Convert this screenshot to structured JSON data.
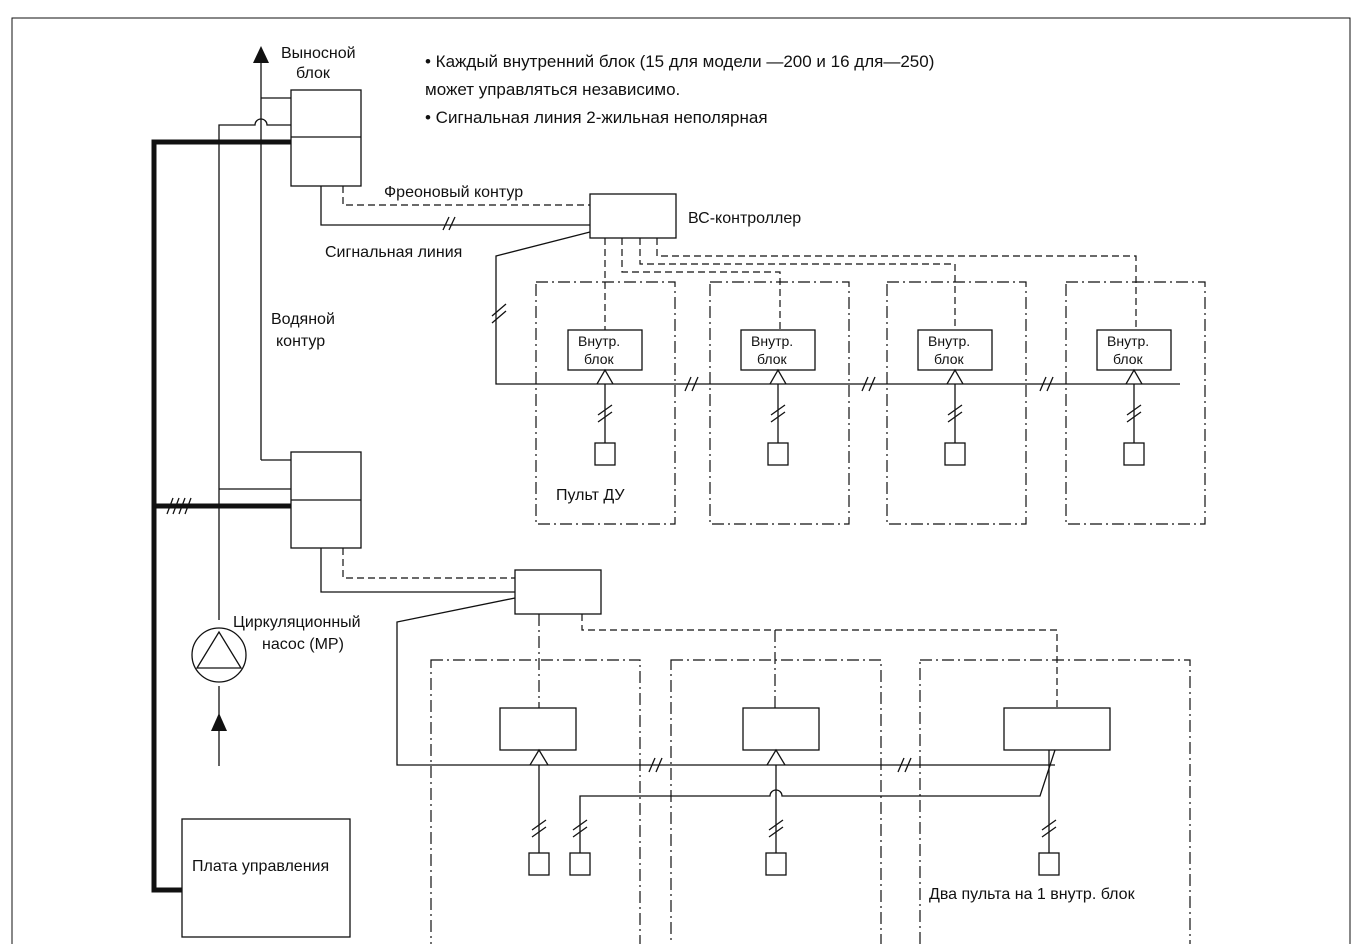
{
  "notes": [
    "• Каждый внутренний блок (15 для модели —200 и 16 для—250)",
    "может управляться независимо.",
    "• Сигнальная линия 2-жильная неполярная"
  ],
  "labels": {
    "outdoor_unit_line1": "Выносной",
    "outdoor_unit_line2": "блок",
    "freon_circuit": "Фреоновый контур",
    "bc_controller": "ВС-контроллер",
    "signal_line": "Сигнальная линия",
    "water_circuit_line1": "Водяной",
    "water_circuit_line2": "контур",
    "remote_control": "Пульт ДУ",
    "pump_line1": "Циркуляционный",
    "pump_line2": "насос (МР)",
    "control_board": "Плата управления",
    "two_remotes": "Два пульта на 1 внутр. блок"
  },
  "indoor_unit": {
    "line1": "Внутр.",
    "line2": "блок"
  },
  "upper_indoor_units": [
    {
      "line1": "Внутр.",
      "line2": "блок"
    },
    {
      "line1": "Внутр.",
      "line2": "блок"
    },
    {
      "line1": "Внутр.",
      "line2": "блок"
    },
    {
      "line1": "Внутр.",
      "line2": "блок"
    }
  ]
}
